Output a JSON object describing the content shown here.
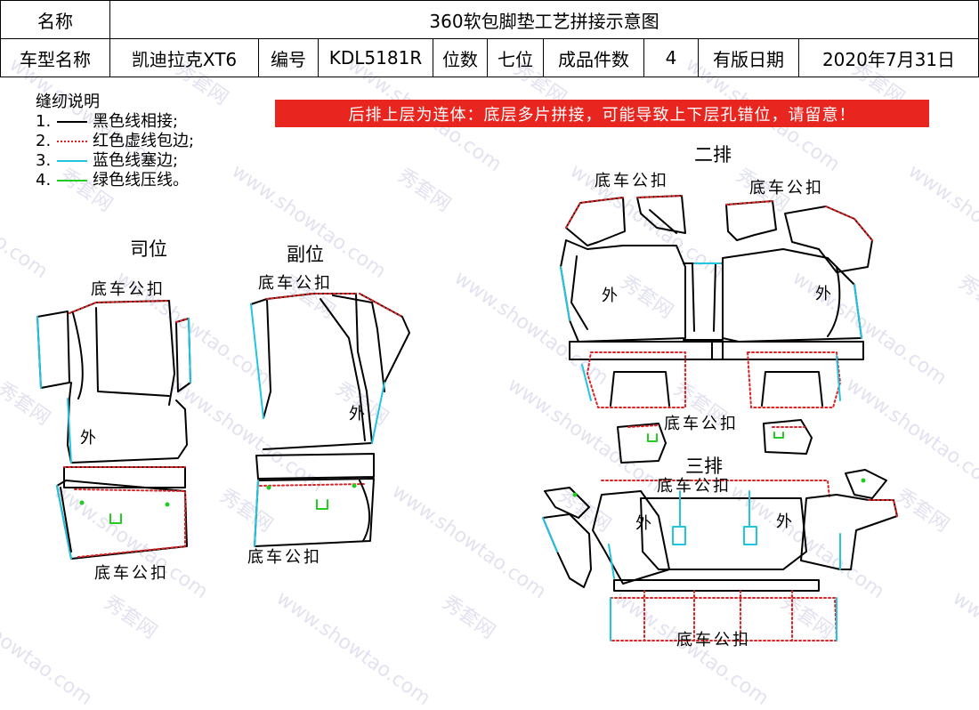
{
  "header": {
    "name_label": "名称",
    "title": "360软包脚垫工艺拼接示意图",
    "model_label": "车型名称",
    "model_value": "凯迪拉克XT6",
    "code_label": "编号",
    "code_value": "KDL5181R",
    "seats_label": "位数",
    "seats_value": "七位",
    "pieces_label": "成品件数",
    "pieces_value": "4",
    "date_label": "有版日期",
    "date_value": "2020年7月31日"
  },
  "legend": {
    "title": "缝纫说明",
    "items": [
      {
        "num": "1.",
        "text": "黑色线相接;",
        "color": "#000000",
        "style": "solid"
      },
      {
        "num": "2.",
        "text": "红色虚线包边;",
        "color": "#e02020",
        "style": "dotted"
      },
      {
        "num": "3.",
        "text": "蓝色线塞边;",
        "color": "#22c4e0",
        "style": "solid"
      },
      {
        "num": "4.",
        "text": "绿色线压线。",
        "color": "#22cc22",
        "style": "solid"
      }
    ]
  },
  "warning": "后排上层为连体：底层多片拼接，可能导致上下层孔错位，请留意！",
  "sections": {
    "driver": "司位",
    "passenger": "副位",
    "row2": "二排",
    "row3": "三排"
  },
  "labels": {
    "buckle": "底车公扣",
    "outer": "外"
  },
  "watermark": [
    "秀套网",
    "www.showtao.com"
  ],
  "colors": {
    "black_line": "#000000",
    "red_dotted": "#e02020",
    "blue_line": "#22c4e0",
    "green_line": "#22cc22",
    "warning_bg": "#e8261f"
  }
}
